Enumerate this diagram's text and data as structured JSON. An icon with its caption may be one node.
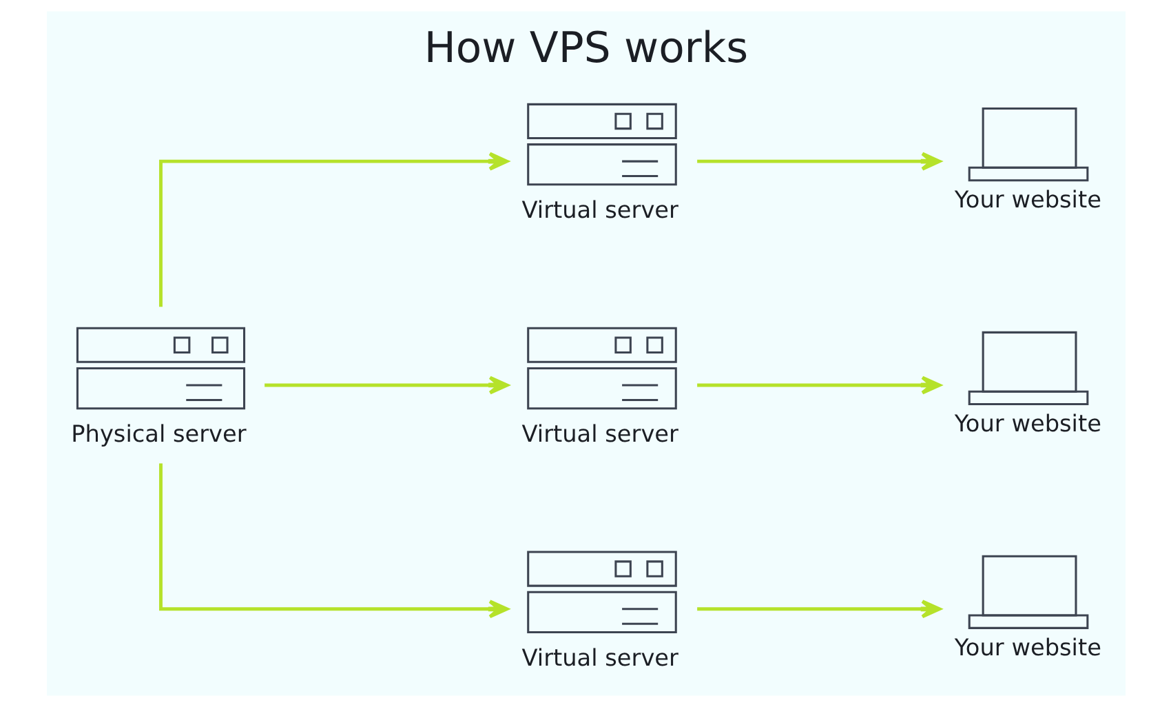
{
  "diagram": {
    "title": "How VPS works",
    "nodes": [
      {
        "text": [
          "Physical server"
        ]
      },
      {
        "text": [
          "Virtual server"
        ]
      },
      {
        "text": [
          "Virtual server"
        ]
      },
      {
        "text": [
          "Virtual server"
        ]
      },
      {
        "text": [
          "Your website"
        ]
      },
      {
        "text": [
          "Your website"
        ]
      },
      {
        "text": [
          "Your website"
        ]
      }
    ],
    "edges": [
      {
        "from": 0,
        "to": 1,
        "arrow": "to"
      },
      {
        "from": 0,
        "to": 2,
        "arrow": "to"
      },
      {
        "from": 0,
        "to": 3,
        "arrow": "to"
      },
      {
        "from": 1,
        "to": 4,
        "arrow": "to"
      },
      {
        "from": 2,
        "to": 5,
        "arrow": "to"
      },
      {
        "from": 3,
        "to": 6,
        "arrow": "to"
      }
    ]
  }
}
